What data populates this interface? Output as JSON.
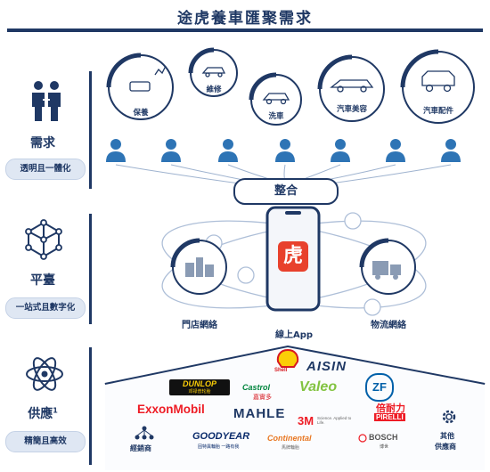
{
  "header": {
    "title": "途虎養車匯聚需求"
  },
  "sections": {
    "demand": {
      "label": "需求",
      "pill": "透明且一體化"
    },
    "platform": {
      "label": "平臺",
      "pill": "一站式且數字化"
    },
    "supply": {
      "label": "供應",
      "superscript": "1",
      "pill": "精簡且高效"
    }
  },
  "services": [
    "保養",
    "維修",
    "洗車",
    "汽車美容",
    "汽車配件"
  ],
  "integration_label": "整合",
  "platform_items": {
    "stores": "門店網絡",
    "app": "線上App",
    "logistics": "物流網絡",
    "app_icon_char": "虎"
  },
  "supply_side": {
    "distributors": "經銷商",
    "others_line1": "其他",
    "others_line2": "供應商"
  },
  "brands": {
    "shell": "Shell",
    "aisin": "AISIN",
    "dunlop": "DUNLOP",
    "dunlop_sub": "邓禄普轮胎",
    "castrol": "Castrol",
    "castrol_sub": "嘉實多",
    "valeo": "Valeo",
    "zf": "ZF",
    "exxon": "ExxonMobil",
    "mahle": "MAHLE",
    "three_m": "3M",
    "three_m_sub": "Science. Applied to Life.",
    "pirelli_cn": "倍耐力",
    "pirelli": "PIRELLI",
    "goodyear": "GOODYEAR",
    "goodyear_sub": "固特異輪胎 一路有我",
    "continental": "Continental",
    "continental_sub": "馬牌輪胎",
    "bosch": "BOSCH",
    "bosch_sub": "博世"
  },
  "colors": {
    "navy": "#1f3864",
    "accent_blue": "#2e74b5",
    "app_orange": "#e8412c",
    "shell_red": "#d71920",
    "shell_yellow": "#fbce07",
    "exxon_red": "#ee1c25",
    "valeo_green": "#82c341",
    "zf_blue": "#0060a9"
  }
}
